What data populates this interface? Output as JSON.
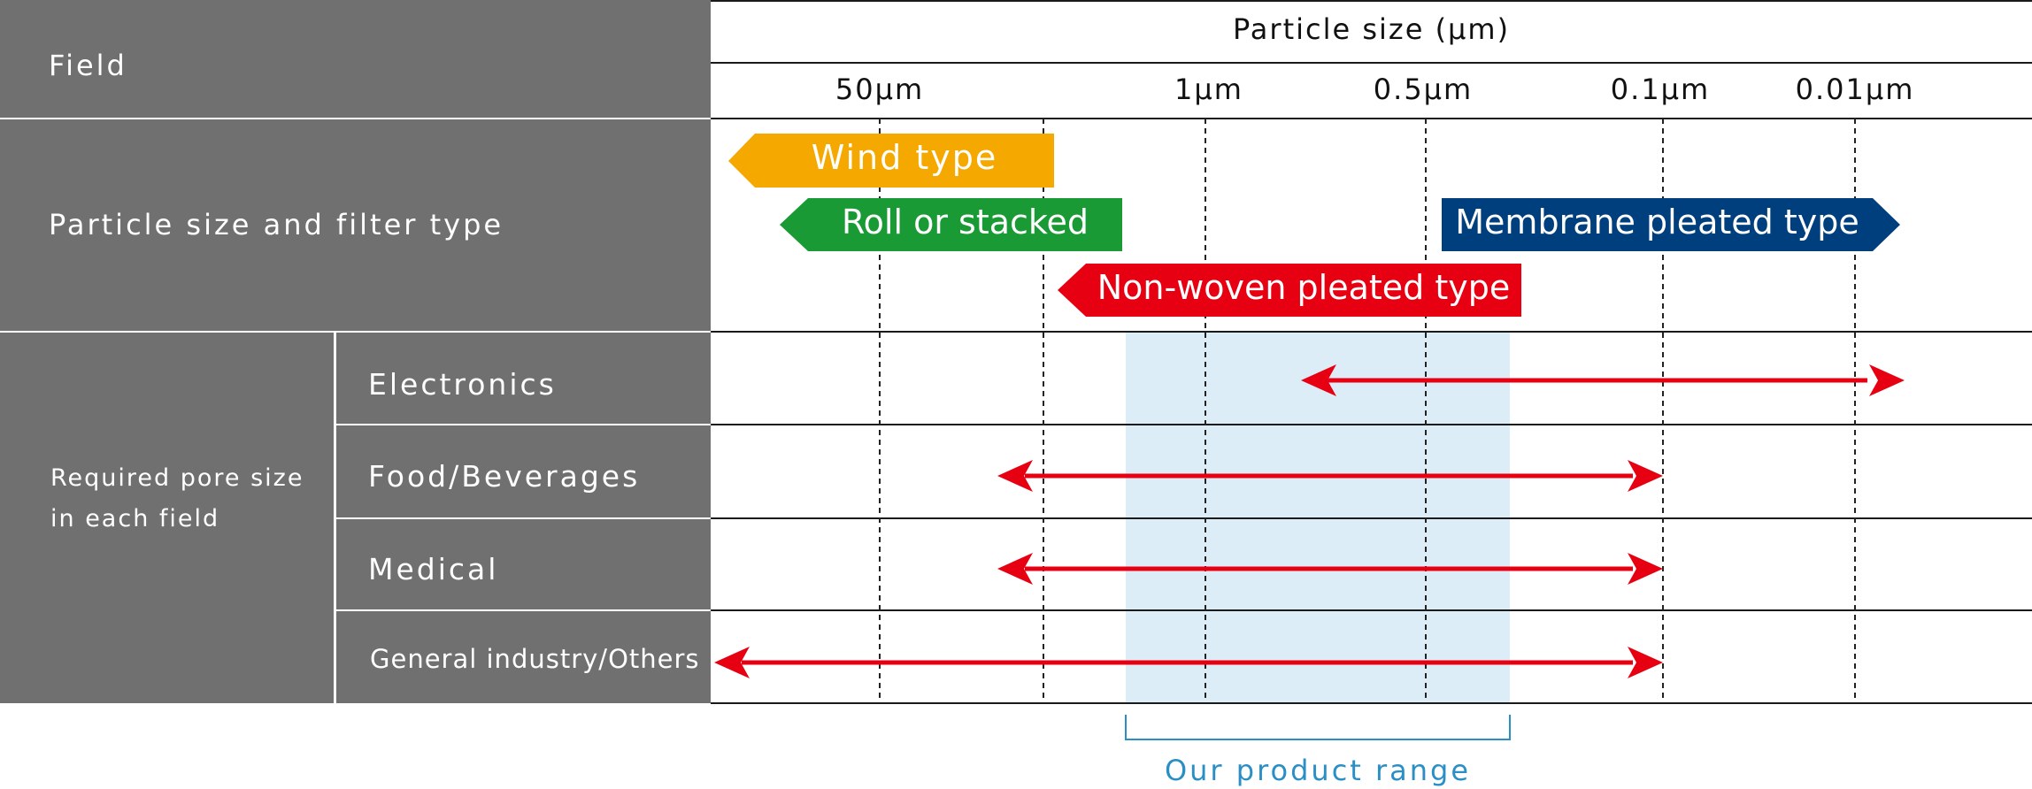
{
  "header": {
    "field_label": "Field",
    "axis_title": "Particle size (µm)"
  },
  "rows": {
    "filter_type_label": "Particle size and filter type",
    "pore_group_label_line1": "Required pore size",
    "pore_group_label_line2": "in each field"
  },
  "ticks": [
    "50μm",
    "1μm",
    "0.5μm",
    "0.1μm",
    "0.01μm"
  ],
  "filter_types": [
    {
      "label": "Wind type",
      "color": "#f5a800"
    },
    {
      "label": "Roll or stacked",
      "color": "#1a9a34"
    },
    {
      "label": "Membrane pleated type",
      "color": "#003f7d"
    },
    {
      "label": "Non-woven pleated type",
      "color": "#e60012"
    }
  ],
  "fields": [
    {
      "label": "Electronics"
    },
    {
      "label": "Food/Beverages"
    },
    {
      "label": "Medical"
    },
    {
      "label": "General industry/Others"
    }
  ],
  "product_range": {
    "label": "Our product range",
    "color": "#ddedf7",
    "bracket_color": "#2a8fc6"
  },
  "arrow_color": "#e60012"
}
